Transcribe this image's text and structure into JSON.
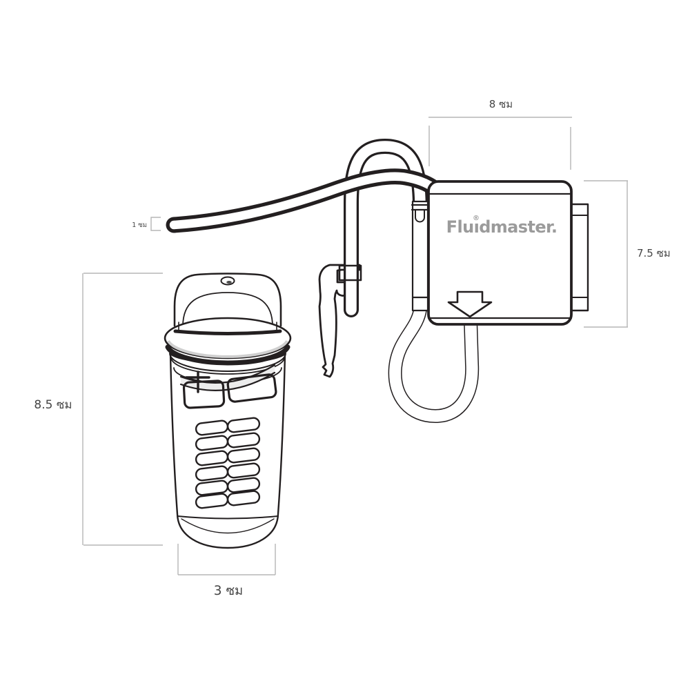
{
  "diagram": {
    "background_color": "#ffffff",
    "line_color": "#231f20",
    "dimension_line_color": "#b5b5b5",
    "dimension_text_color": "#454545",
    "logo_color": "#9b9b9b",
    "brand": {
      "name": "Fluidmaster",
      "display": "Fluıdmaster.",
      "registered_mark": "®"
    },
    "dimensions": {
      "box_width": "8 ซม",
      "box_height": "7.5 ซม",
      "tube_diameter": "1 ซม",
      "cartridge_height": "8.5 ซม",
      "cartridge_width": "3 ซม"
    },
    "unit_label": "ซม"
  }
}
